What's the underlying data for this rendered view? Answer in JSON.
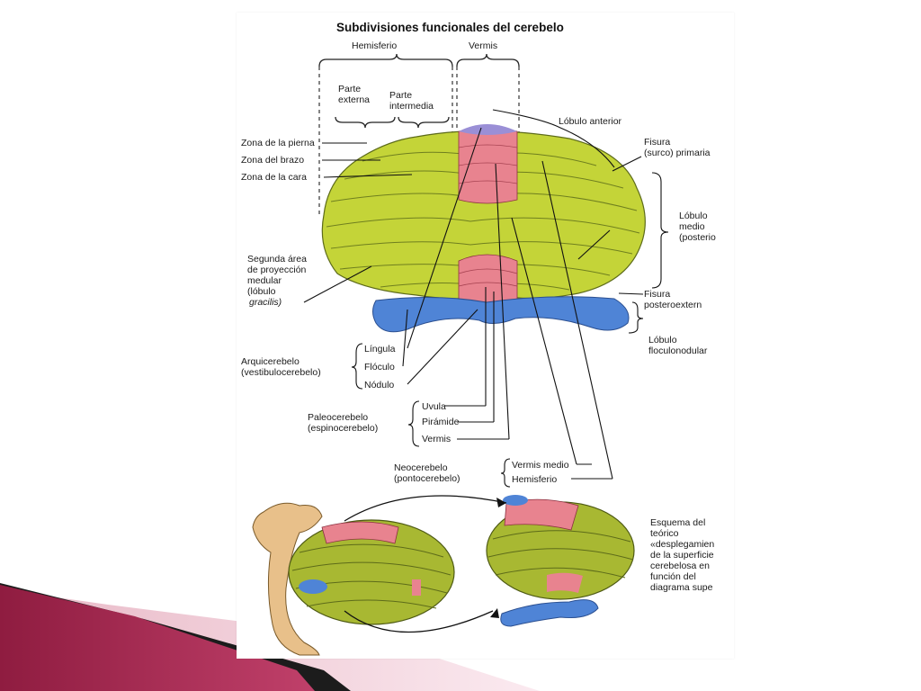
{
  "title": "Subdivisiones funcionales del cerebelo",
  "colors": {
    "hemisphere": "#c4d438",
    "vermis_pink": "#e8838f",
    "blue": "#4f84d6",
    "brainstem": "#e8c08a",
    "slide_accent": "#a8224e"
  },
  "top_labels": {
    "hemisferio": "Hemisferio",
    "vermis": "Vermis",
    "parte_externa_1": "Parte",
    "parte_externa_2": "externa",
    "parte_intermedia_1": "Parte",
    "parte_intermedia_2": "intermedia"
  },
  "left_labels": {
    "zona_pierna": "Zona de la pierna",
    "zona_brazo": "Zona del brazo",
    "zona_cara": "Zona de la cara",
    "segunda_1": "Segunda área",
    "segunda_2": "de proyección",
    "segunda_3": "medular",
    "segunda_4": "(lóbulo",
    "segunda_5": "gracilis)"
  },
  "right_labels": {
    "lobulo_anterior": "Lóbulo anterior",
    "fisura_primaria_1": "Fisura",
    "fisura_primaria_2": "(surco) primaria",
    "lobulo_medio_1": "Lóbulo",
    "lobulo_medio_2": "medio",
    "lobulo_medio_3": "(posterio",
    "fisura_post_1": "Fisura",
    "fisura_post_2": "posteroextern",
    "floculo_nodular_1": "Lóbulo",
    "floculo_nodular_2": "floculonodular"
  },
  "groups": {
    "arqui_1": "Arquicerebelo",
    "arqui_2": "(vestibulocerebelo)",
    "lingula": "Língula",
    "floculo": "Flóculo",
    "nodulo": "Nódulo",
    "paleo_1": "Paleocerebelo",
    "paleo_2": "(espinocerebelo)",
    "uvula": "Uvula",
    "piramide": "Pirámide",
    "vermis": "Vermis",
    "neo_1": "Neocerebelo",
    "neo_2": "(pontocerebelo)",
    "vermis_medio": "Vermis medio",
    "hemisferio": "Hemisferio"
  },
  "caption": {
    "line1": "Esquema del",
    "line2": "teórico",
    "line3": "«desplegamien",
    "line4": "de la superficie",
    "line5": "cerebelosa en",
    "line6": "función del",
    "line7": "diagrama supe"
  }
}
